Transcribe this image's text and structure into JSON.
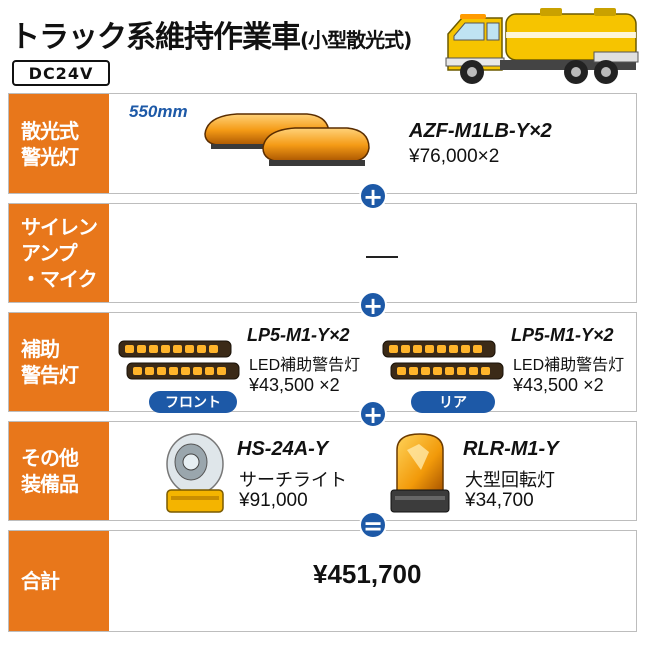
{
  "header": {
    "title": "トラック系維持作業車",
    "subtitle": "(小型散光式)",
    "voltage": "DC24V"
  },
  "rows": {
    "beacon": {
      "label": "散光式\n警光灯",
      "dimension": "550mm",
      "model": "AZF-M1LB-Y×2",
      "price": "¥76,000×2"
    },
    "siren": {
      "label": "サイレン\nアンプ\n・マイク",
      "value": "—"
    },
    "aux": {
      "label": "補助\n警告灯",
      "front": {
        "model": "LP5-M1-Y×2",
        "desc": "LED補助警告灯",
        "price": "¥43,500 ×2",
        "tag": "フロント"
      },
      "rear": {
        "model": "LP5-M1-Y×2",
        "desc": "LED補助警告灯",
        "price": "¥43,500 ×2",
        "tag": "リア"
      }
    },
    "other": {
      "label": "その他\n装備品",
      "item1": {
        "model": "HS-24A-Y",
        "desc": "サーチライト",
        "price": "¥91,000"
      },
      "item2": {
        "model": "RLR-M1-Y",
        "desc": "大型回転灯",
        "price": "¥34,700"
      }
    },
    "total": {
      "label": "合計",
      "value": "¥451,700"
    }
  },
  "operators": {
    "plus": "+",
    "equals": "="
  },
  "colors": {
    "accent_orange": "#e8771b",
    "accent_blue": "#1d59a7",
    "amber": "#f5a623"
  },
  "icons": [
    "truck-icon",
    "lightbar-icon",
    "led-bar-icon",
    "searchlight-icon",
    "rotating-beacon-icon"
  ]
}
